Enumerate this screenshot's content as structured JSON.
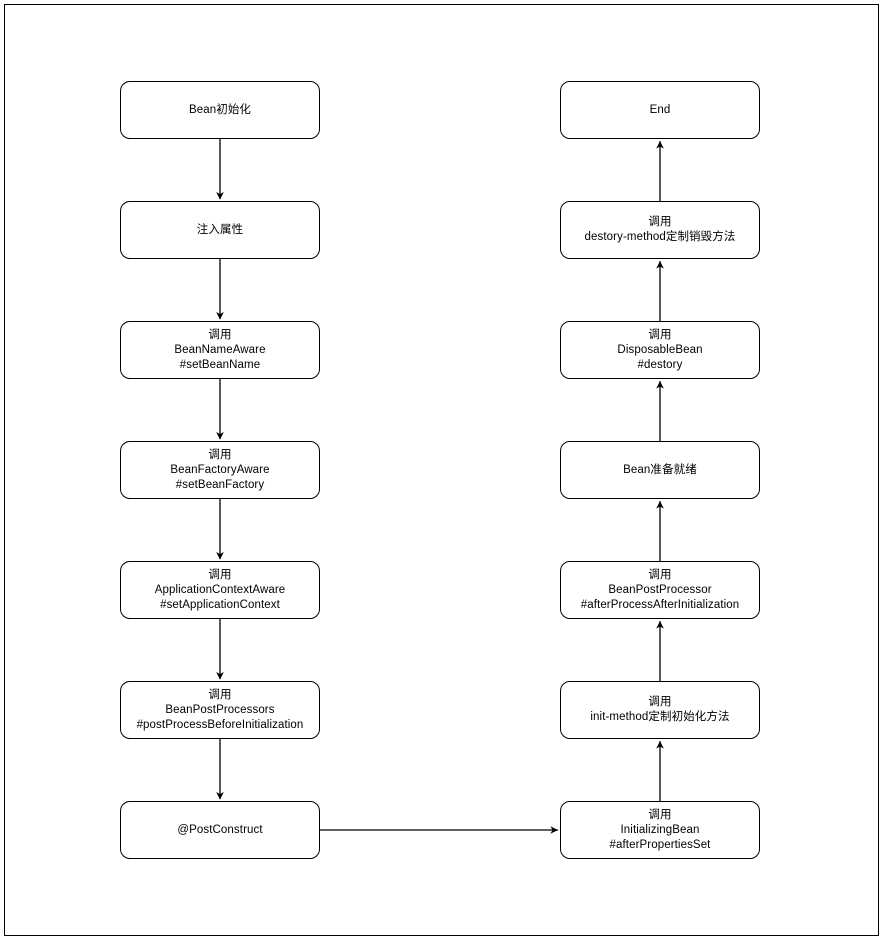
{
  "diagram": {
    "title": "Spring Bean Lifecycle Flowchart",
    "type": "flowchart",
    "background_color": "#ffffff",
    "stroke_color": "#000000",
    "text_color": "#000000",
    "columns": {
      "left": {
        "name": "initialization-column",
        "direction": "top-to-bottom"
      },
      "right": {
        "name": "destruction-column",
        "direction": "bottom-to-top"
      }
    },
    "nodes": {
      "left": [
        {
          "id": "bean-init",
          "label": "Bean初始化"
        },
        {
          "id": "inject-properties",
          "label": "注入属性"
        },
        {
          "id": "bean-name-aware",
          "label": "调用\nBeanNameAware\n#setBeanName"
        },
        {
          "id": "bean-factory-aware",
          "label": "调用\nBeanFactoryAware\n#setBeanFactory"
        },
        {
          "id": "application-context-aware",
          "label": "调用\nApplicationContextAware\n#setApplicationContext"
        },
        {
          "id": "bean-post-processors-before",
          "label": "调用\nBeanPostProcessors\n#postProcessBeforeInitialization"
        },
        {
          "id": "post-construct",
          "label": "@PostConstruct"
        }
      ],
      "right": [
        {
          "id": "end",
          "label": "End"
        },
        {
          "id": "destroy-method",
          "label": "调用\ndestory-method定制销毁方法"
        },
        {
          "id": "disposable-bean",
          "label": "调用\nDisposableBean\n#destory"
        },
        {
          "id": "bean-ready",
          "label": "Bean准备就绪"
        },
        {
          "id": "bean-post-processor-after",
          "label": "调用\nBeanPostProcessor\n#afterProcessAfterInitialization"
        },
        {
          "id": "init-method",
          "label": "调用\ninit-method定制初始化方法"
        },
        {
          "id": "initializing-bean",
          "label": "调用\nInitializingBean\n#afterPropertiesSet"
        }
      ]
    },
    "edges": [
      {
        "from": "bean-init",
        "to": "inject-properties",
        "direction": "down"
      },
      {
        "from": "inject-properties",
        "to": "bean-name-aware",
        "direction": "down"
      },
      {
        "from": "bean-name-aware",
        "to": "bean-factory-aware",
        "direction": "down"
      },
      {
        "from": "bean-factory-aware",
        "to": "application-context-aware",
        "direction": "down"
      },
      {
        "from": "application-context-aware",
        "to": "bean-post-processors-before",
        "direction": "down"
      },
      {
        "from": "bean-post-processors-before",
        "to": "post-construct",
        "direction": "down"
      },
      {
        "from": "post-construct",
        "to": "initializing-bean",
        "direction": "right"
      },
      {
        "from": "initializing-bean",
        "to": "init-method",
        "direction": "up"
      },
      {
        "from": "init-method",
        "to": "bean-post-processor-after",
        "direction": "up"
      },
      {
        "from": "bean-post-processor-after",
        "to": "bean-ready",
        "direction": "up"
      },
      {
        "from": "bean-ready",
        "to": "disposable-bean",
        "direction": "up"
      },
      {
        "from": "disposable-bean",
        "to": "destroy-method",
        "direction": "up"
      },
      {
        "from": "destroy-method",
        "to": "end",
        "direction": "up"
      }
    ]
  }
}
